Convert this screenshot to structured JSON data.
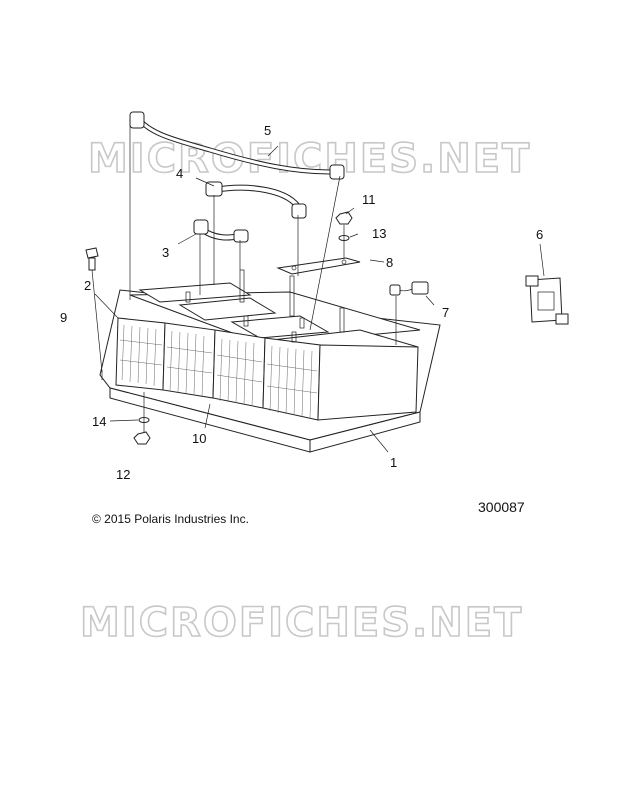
{
  "watermark": "MICROFICHES.NET",
  "copyright": "© 2015 Polaris Industries Inc.",
  "diagram_number": "300087",
  "callouts": [
    "1",
    "2",
    "3",
    "4",
    "5",
    "6",
    "7",
    "8",
    "9",
    "10",
    "11",
    "12",
    "13",
    "14"
  ]
}
